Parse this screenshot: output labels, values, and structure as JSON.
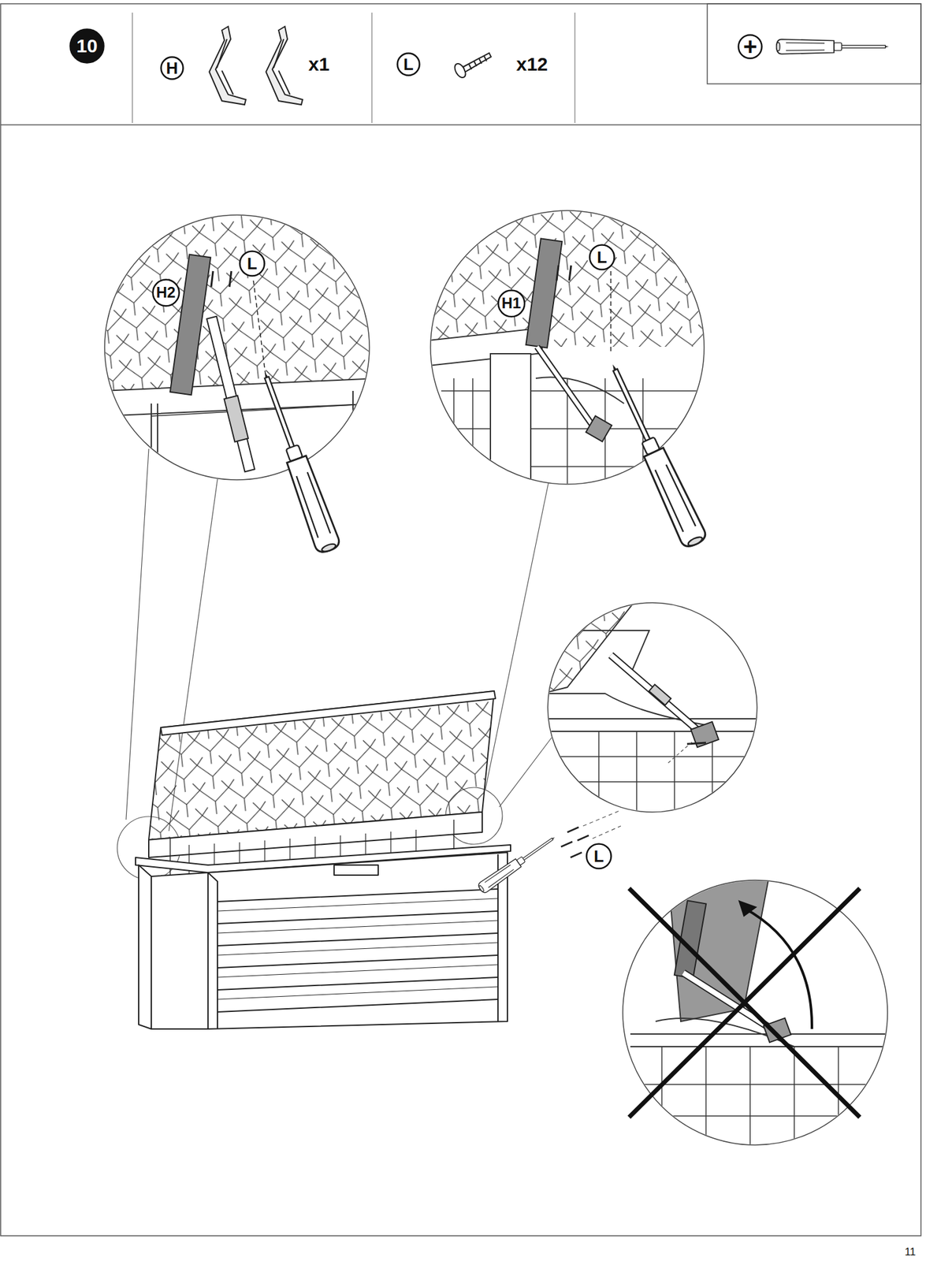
{
  "diagram": {
    "nodes": [
      {
        "text": [
          "10"
        ]
      },
      {
        "text": [
          "H"
        ]
      },
      {
        "text": [
          "L"
        ]
      },
      {
        "text": [
          "+"
        ]
      },
      {
        "text": [
          "H2"
        ]
      },
      {
        "text": [
          "L"
        ]
      },
      {
        "text": [
          "H1"
        ]
      },
      {
        "text": [
          "L"
        ]
      },
      {
        "text": [
          "L"
        ]
      }
    ],
    "labels": [
      "x1",
      "x12",
      "11"
    ]
  }
}
